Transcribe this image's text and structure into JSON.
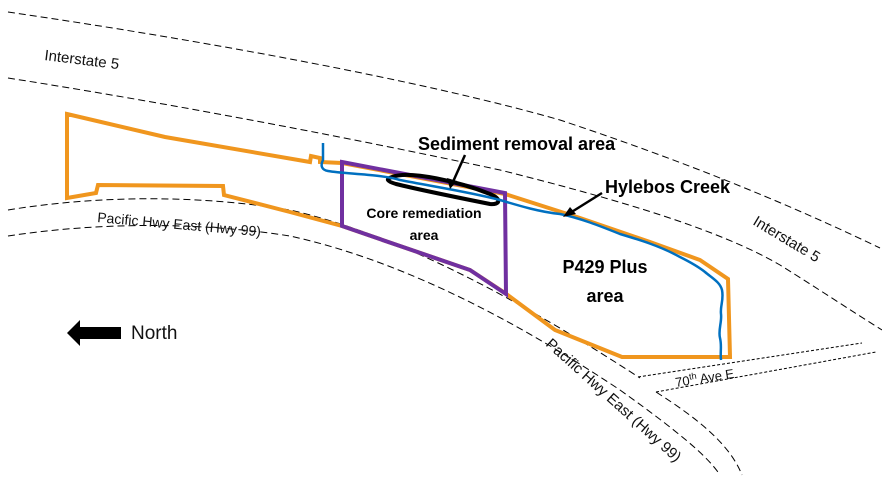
{
  "map": {
    "roads": {
      "i5_left": "Interstate 5",
      "i5_right": "Interstate 5",
      "hwy99_left": "Pacific Hwy East (Hwy 99)",
      "hwy99_right": "Pacific Hwy East (Hwy 99)",
      "ave70_number": "70",
      "ave70_suffix": "th",
      "ave70_rest": " Ave E"
    },
    "areas": {
      "sediment": "Sediment removal area",
      "creek": "Hylebos Creek",
      "core_line1": "Core remediation",
      "core_line2": "area",
      "p429_line1": "P429 Plus",
      "p429_line2": "area"
    },
    "compass": {
      "label": "North",
      "icon": "arrow-left-icon"
    },
    "colors": {
      "site_boundary": "#F0961E",
      "core_area": "#7030A0",
      "creek": "#0070C0",
      "sediment": "#000000"
    }
  }
}
